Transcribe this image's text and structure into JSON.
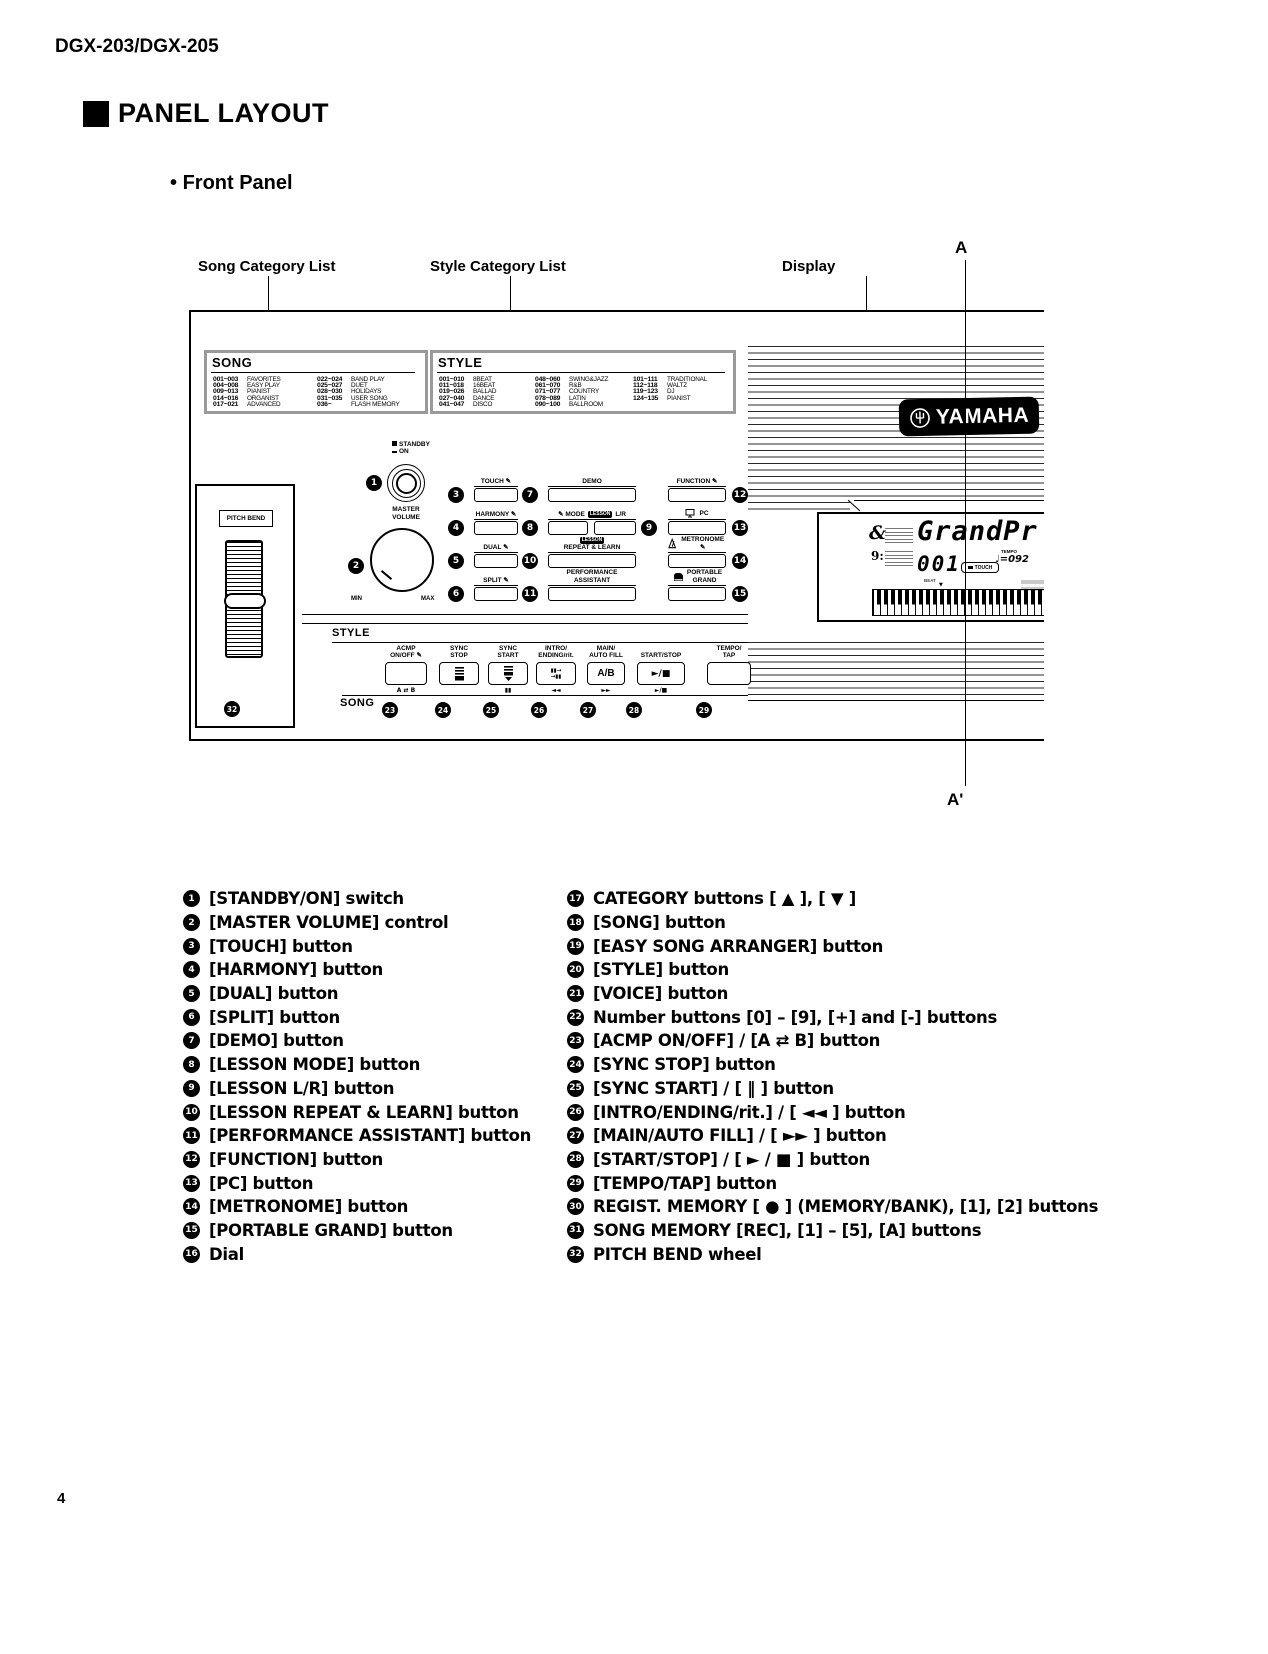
{
  "hdr": {
    "model": "DGX-203/DGX-205",
    "section": "PANEL LAYOUT",
    "subsection": "Front Panel"
  },
  "callouts": {
    "song": "Song Category List",
    "style": "Style Category List",
    "display": "Display",
    "a": "A",
    "a_prime": "A'"
  },
  "song_box": {
    "title": "SONG",
    "col1": [
      {
        "r": "001~003",
        "l": "FAVORITES"
      },
      {
        "r": "004~008",
        "l": "EASY PLAY"
      },
      {
        "r": "009~013",
        "l": "PIANIST"
      },
      {
        "r": "014~016",
        "l": "ORGANIST"
      },
      {
        "r": "017~021",
        "l": "ADVANCED"
      }
    ],
    "col2": [
      {
        "r": "022~024",
        "l": "BAND PLAY"
      },
      {
        "r": "025~027",
        "l": "DUET"
      },
      {
        "r": "028~030",
        "l": "HOLIDAYS"
      },
      {
        "r": "031~035",
        "l": "USER SONG"
      },
      {
        "r": "036~",
        "l": "FLASH MEMORY"
      }
    ]
  },
  "style_box": {
    "title": "STYLE",
    "col1": [
      {
        "r": "001~010",
        "l": "8BEAT"
      },
      {
        "r": "011~018",
        "l": "16BEAT"
      },
      {
        "r": "019~026",
        "l": "BALLAD"
      },
      {
        "r": "027~040",
        "l": "DANCE"
      },
      {
        "r": "041~047",
        "l": "DISCO"
      }
    ],
    "col2": [
      {
        "r": "048~060",
        "l": "SWING&JAZZ"
      },
      {
        "r": "061~070",
        "l": "R&B"
      },
      {
        "r": "071~077",
        "l": "COUNTRY"
      },
      {
        "r": "078~089",
        "l": "LATIN"
      },
      {
        "r": "090~100",
        "l": "BALLROOM"
      }
    ],
    "col3": [
      {
        "r": "101~111",
        "l": "TRADITIONAL"
      },
      {
        "r": "112~118",
        "l": "WALTZ"
      },
      {
        "r": "119~123",
        "l": "DJ"
      },
      {
        "r": "124~135",
        "l": "PIANIST"
      }
    ]
  },
  "panel": {
    "markers": {
      "n1": "1",
      "n2": "2",
      "n3": "3",
      "n4": "4",
      "n5": "5",
      "n6": "6",
      "n7": "7",
      "n8": "8",
      "n9": "9",
      "n10": "10",
      "n11": "11",
      "n12": "12",
      "n13": "13",
      "n14": "14",
      "n15": "15",
      "n23": "23",
      "n24": "24",
      "n25": "25",
      "n26": "26",
      "n27": "27",
      "n28": "28",
      "n29": "29",
      "n32": "32"
    },
    "power": {
      "standby": "STANDBY",
      "on": "ON"
    },
    "volume": {
      "title": "MASTER\nVOLUME",
      "min": "MIN",
      "max": "MAX"
    },
    "pitch_bend": "PITCH BEND",
    "btn": {
      "touch": "TOUCH ✎",
      "demo": "DEMO",
      "func": "FUNCTION ✎",
      "harmony": "HARMONY ✎",
      "mode": "✎ MODE",
      "lesson": "LESSON",
      "lr": "L/R",
      "pc": "PC",
      "dual": "DUAL ✎",
      "lesson2": "LESSON",
      "repeat_learn": "REPEAT & LEARN",
      "metronome": "METRONOME ✎",
      "split": "SPLIT ✎",
      "perf": "PERFORMANCE\nASSISTANT",
      "grand": "PORTABLE\nGRAND"
    },
    "style_bar": {
      "heading": "STYLE",
      "song_heading": "SONG",
      "acmp": "ACMP\nON/OFF ✎",
      "sync_stop": "SYNC\nSTOP",
      "sync_start": "SYNC\nSTART",
      "intro": "INTRO/\nENDING/rit.",
      "main": "MAIN/\nAUTO FILL",
      "ab": "A/B",
      "start_stop": "START/STOP",
      "play_icon": "►/■",
      "tempo": "TEMPO/\nTAP",
      "intro_top": "▮▮→",
      "intro_bottom": "→▮▮",
      "sub_ab": "A ⇄ B",
      "sub_pause": "▮▮",
      "sub_rew": "◄◄",
      "sub_ff": "►►",
      "sub_play": "►/■"
    }
  },
  "display": {
    "voice": "GrandPr",
    "number": "001",
    "touch": "TOUCH",
    "tempo_label": "TEMPO",
    "tempo_value": "♩=092",
    "beat": "BEAT",
    "clef_treble": "&",
    "clef_bass": "9:"
  },
  "logo": {
    "brand": "YAMAHA"
  },
  "legend": {
    "left": [
      {
        "n": "1",
        "t": "[STANDBY/ON] switch"
      },
      {
        "n": "2",
        "t": "[MASTER VOLUME] control"
      },
      {
        "n": "3",
        "t": "[TOUCH] button"
      },
      {
        "n": "4",
        "t": "[HARMONY] button"
      },
      {
        "n": "5",
        "t": "[DUAL] button"
      },
      {
        "n": "6",
        "t": "[SPLIT] button"
      },
      {
        "n": "7",
        "t": "[DEMO] button"
      },
      {
        "n": "8",
        "t": "[LESSON MODE] button"
      },
      {
        "n": "9",
        "t": "[LESSON L/R] button"
      },
      {
        "n": "10",
        "t": "[LESSON REPEAT & LEARN] button"
      },
      {
        "n": "11",
        "t": "[PERFORMANCE ASSISTANT] button"
      },
      {
        "n": "12",
        "t": "[FUNCTION] button"
      },
      {
        "n": "13",
        "t": "[PC] button"
      },
      {
        "n": "14",
        "t": "[METRONOME] button"
      },
      {
        "n": "15",
        "t": "[PORTABLE GRAND] button"
      },
      {
        "n": "16",
        "t": "Dial"
      }
    ],
    "right": [
      {
        "n": "17",
        "t": "CATEGORY buttons [ ▲ ], [ ▼ ]"
      },
      {
        "n": "18",
        "t": "[SONG] button"
      },
      {
        "n": "19",
        "t": "[EASY SONG ARRANGER] button"
      },
      {
        "n": "20",
        "t": "[STYLE] button"
      },
      {
        "n": "21",
        "t": "[VOICE] button"
      },
      {
        "n": "22",
        "t": "Number buttons [0] – [9], [+] and [-] buttons"
      },
      {
        "n": "23",
        "t": "[ACMP ON/OFF] / [A ⇄ B] button"
      },
      {
        "n": "24",
        "t": "[SYNC STOP] button"
      },
      {
        "n": "25",
        "t": "[SYNC START] / [ ‖ ] button"
      },
      {
        "n": "26",
        "t": "[INTRO/ENDING/rit.] / [ ◄◄ ] button"
      },
      {
        "n": "27",
        "t": "[MAIN/AUTO FILL] / [ ►► ] button"
      },
      {
        "n": "28",
        "t": "[START/STOP] / [ ► / ■ ] button"
      },
      {
        "n": "29",
        "t": "[TEMPO/TAP] button"
      },
      {
        "n": "30",
        "t": "REGIST. MEMORY [ ● ] (MEMORY/BANK), [1], [2] buttons"
      },
      {
        "n": "31",
        "t": "SONG MEMORY [REC], [1] – [5], [A] buttons"
      },
      {
        "n": "32",
        "t": "PITCH BEND wheel"
      }
    ]
  },
  "footer": {
    "page": "4"
  }
}
